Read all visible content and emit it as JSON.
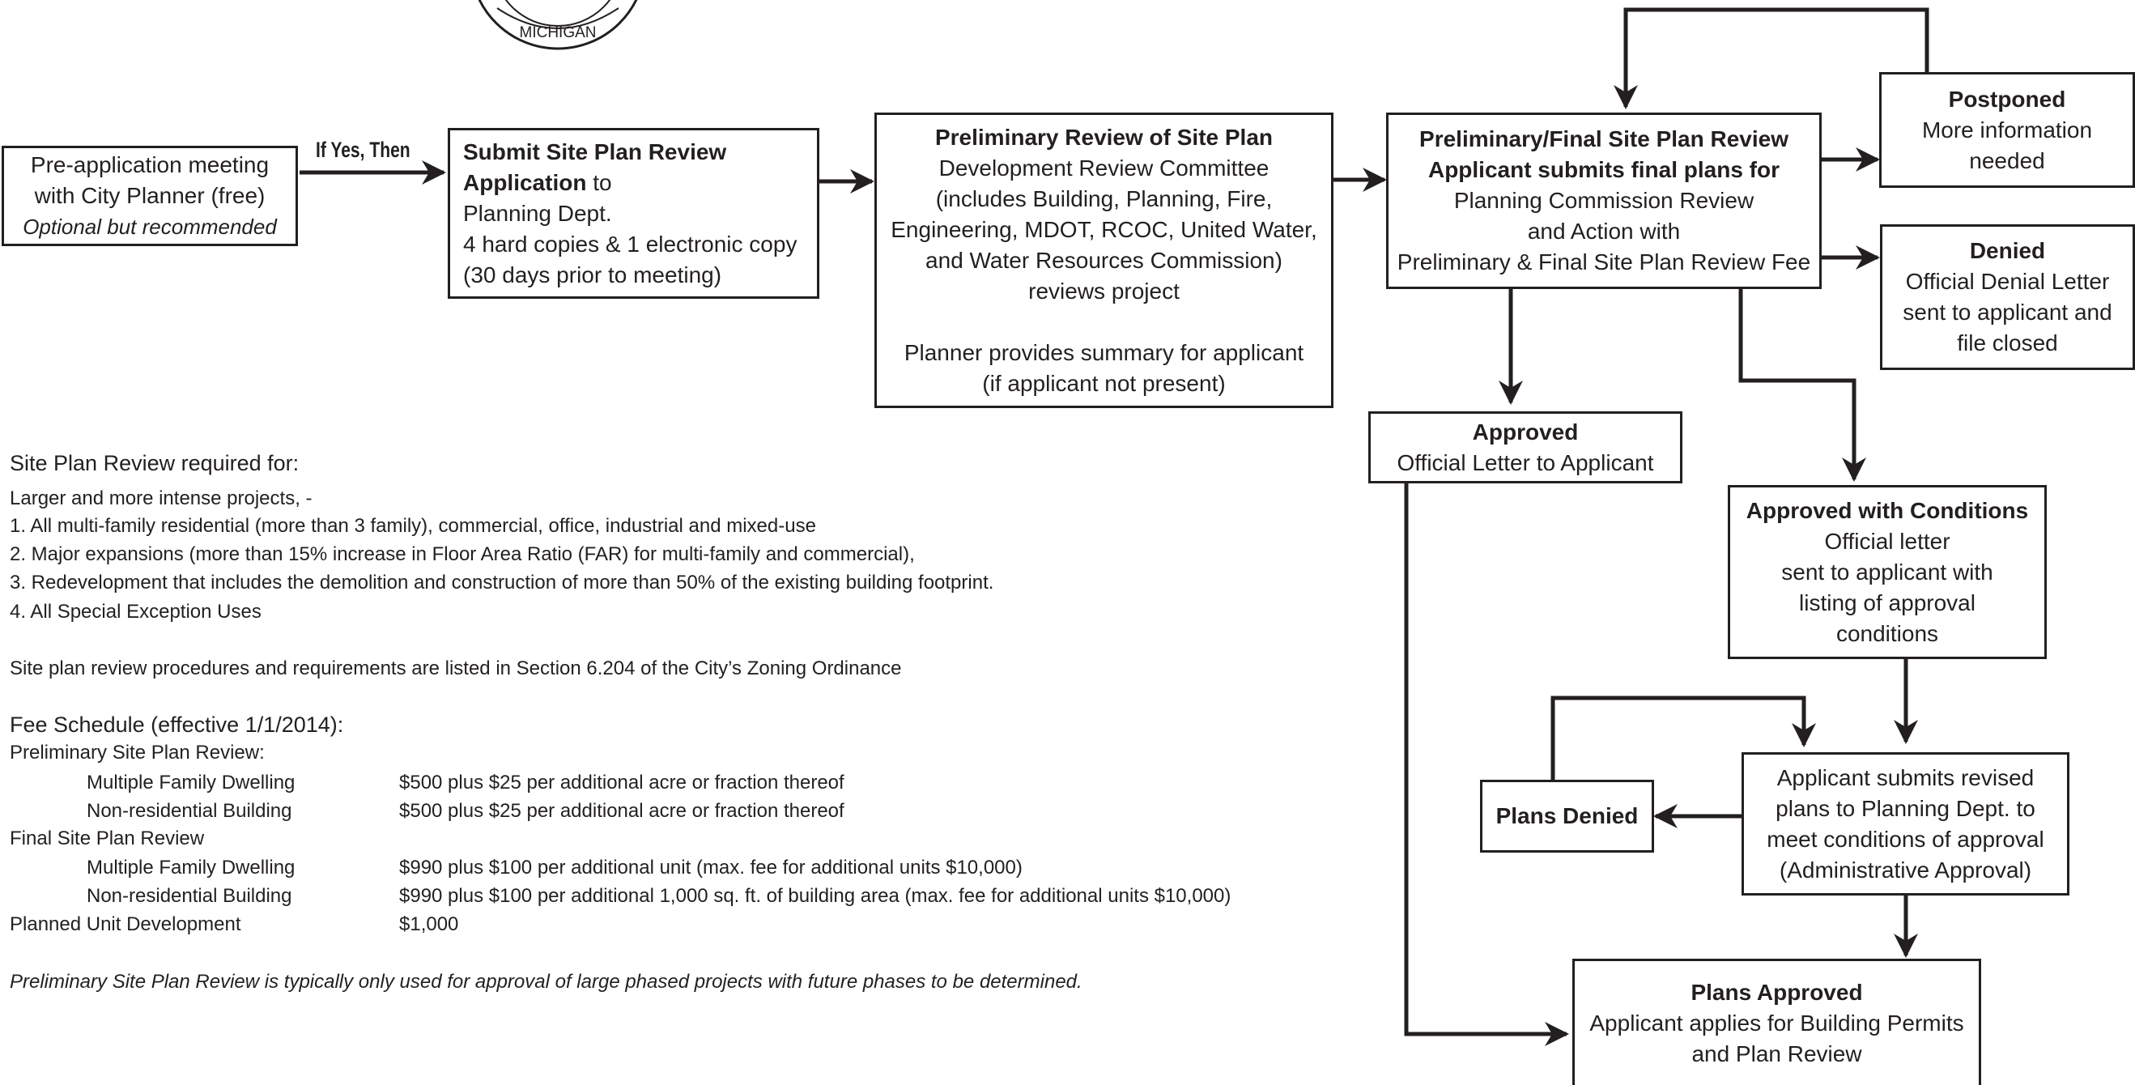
{
  "seal": {
    "text": "MICHIGAN"
  },
  "connector_label": "If Yes, Then",
  "boxes": {
    "preapp": {
      "line1": "Pre-application meeting",
      "line2": "with City Planner (free)",
      "line3": "Optional but recommended"
    },
    "submit": {
      "line1": "Submit Site Plan Review",
      "line2_bold": "Application",
      "line2_rest": " to",
      "line3": "Planning Dept.",
      "line4": "4 hard copies & 1 electronic copy",
      "line5": "(30 days prior to meeting)"
    },
    "prelim": {
      "title": "Preliminary Review of Site Plan",
      "line2": "Development Review Committee",
      "line3": "(includes Building, Planning, Fire,",
      "line4": "Engineering, MDOT, RCOC, United Water,",
      "line5": "and Water Resources Commission)",
      "line6": "reviews project",
      "line7": "Planner provides summary for applicant",
      "line8": "(if applicant not present)"
    },
    "final": {
      "title": "Preliminary/Final Site Plan Review",
      "line2": "Applicant submits final plans for",
      "line3": "Planning Commission Review",
      "line4": "and Action with",
      "line5": "Preliminary & Final Site Plan Review Fee"
    },
    "postponed": {
      "title": "Postponed",
      "line2": "More information",
      "line3": "needed"
    },
    "denied": {
      "title": "Denied",
      "line2": "Official Denial Letter",
      "line3": "sent to applicant and",
      "line4": "file closed"
    },
    "approved": {
      "title": "Approved",
      "line2": "Official Letter to Applicant"
    },
    "conditions": {
      "title": "Approved with Conditions",
      "line2": "Official letter",
      "line3": "sent to applicant with",
      "line4": "listing of approval",
      "line5": "conditions"
    },
    "revised": {
      "line1": "Applicant submits revised",
      "line2": "plans to Planning Dept. to",
      "line3": "meet conditions of approval",
      "line4": "(Administrative Approval)"
    },
    "plans_denied": {
      "title": "Plans Denied"
    },
    "plans_approved": {
      "title": "Plans Approved",
      "line2": "Applicant applies for Building Permits",
      "line3": "and Plan Review"
    }
  },
  "requirements": {
    "heading": "Site Plan Review required for:",
    "intro": "Larger and more intense projects, -",
    "items": [
      "1.  All multi-family residential (more than 3 family), commercial, office, industrial and mixed-use",
      "2.  Major expansions (more than 15% increase in Floor Area Ratio (FAR) for multi-family and commercial),",
      "3.  Redevelopment that includes the demolition and construction of more than 50% of the existing building footprint.",
      "4.  All Special Exception Uses"
    ],
    "procedures": "Site plan review procedures and requirements are listed in Section 6.204 of the City’s Zoning Ordinance"
  },
  "fees": {
    "heading": "Fee Schedule (effective 1/1/2014):",
    "prelim_label": "Preliminary Site Plan Review:",
    "prelim_rows": [
      {
        "label": "Multiple Family Dwelling",
        "fee": "$500 plus $25 per additional acre or fraction thereof"
      },
      {
        "label": "Non-residential Building",
        "fee": "$500 plus $25 per additional acre or fraction thereof"
      }
    ],
    "final_label": "Final Site Plan Review",
    "final_rows": [
      {
        "label": "Multiple Family Dwelling",
        "fee": "$990 plus $100 per additional unit (max. fee for additional units $10,000)"
      },
      {
        "label": "Non-residential Building",
        "fee": "$990 plus $100 per additional 1,000 sq. ft. of building area (max. fee for additional units $10,000)"
      }
    ],
    "pud_label": "Planned Unit Development",
    "pud_fee": "$1,000",
    "note": "Preliminary Site Plan Review is typically only used for approval of large phased projects with future phases to be determined."
  }
}
